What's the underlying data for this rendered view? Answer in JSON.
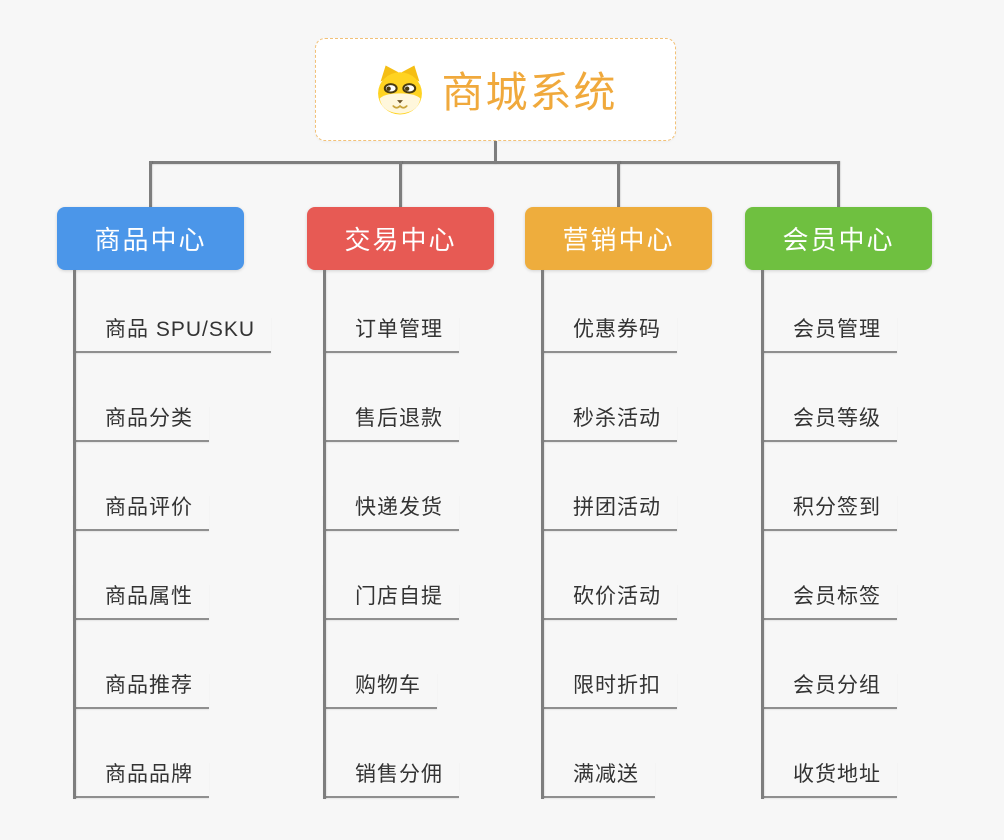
{
  "root": {
    "title": "商城系统",
    "icon": "dog-face-icon",
    "title_color": "#F0A93C",
    "border_color": "#F2C178"
  },
  "branches": [
    {
      "label": "商品中心",
      "color": "#4B96E9",
      "children": [
        "商品 SPU/SKU",
        "商品分类",
        "商品评价",
        "商品属性",
        "商品推荐",
        "商品品牌"
      ]
    },
    {
      "label": "交易中心",
      "color": "#E75A54",
      "children": [
        "订单管理",
        "售后退款",
        "快递发货",
        "门店自提",
        "购物车",
        "销售分佣"
      ]
    },
    {
      "label": "营销中心",
      "color": "#EEAD3D",
      "children": [
        "优惠券码",
        "秒杀活动",
        "拼团活动",
        "砍价活动",
        "限时折扣",
        "满减送"
      ]
    },
    {
      "label": "会员中心",
      "color": "#6FC040",
      "children": [
        "会员管理",
        "会员等级",
        "积分签到",
        "会员标签",
        "会员分组",
        "收货地址"
      ]
    }
  ],
  "connector_color": "#7E7E7E",
  "leaf_line_color": "#8F8F8F",
  "background_color": "#F7F7F7"
}
